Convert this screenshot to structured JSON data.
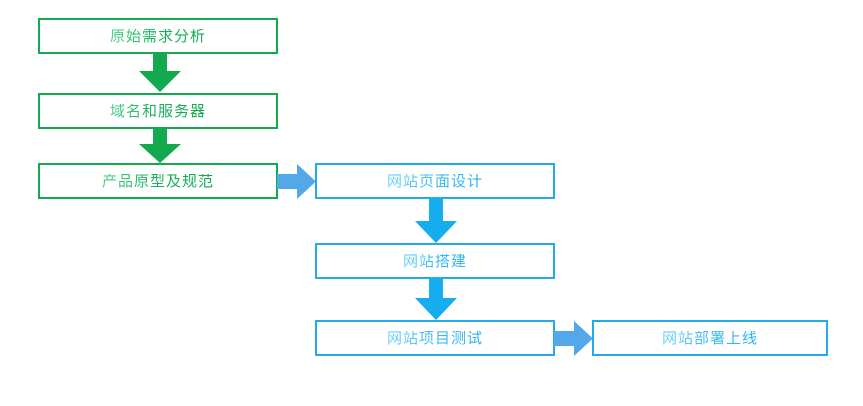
{
  "diagram": {
    "title": "",
    "background_color": "#ffffff",
    "palette": {
      "green_border": "#13a94e",
      "green_text": "#16b35a",
      "green_arrow": "#13a94e",
      "blue_border": "#22aaea",
      "blue_text": "#4cc3f5",
      "blue_arrow_vertical": "#15adee",
      "blue_arrow_horizontal": "#52a8e8"
    },
    "phases": [
      {
        "id": "planning",
        "color_group": "green",
        "nodes": [
          {
            "id": "requirements",
            "label": "原始需求分析"
          },
          {
            "id": "domain-server",
            "label": "域名和服务器"
          },
          {
            "id": "prototype-spec",
            "label": "产品原型及规范"
          }
        ]
      },
      {
        "id": "build",
        "color_group": "blue",
        "nodes": [
          {
            "id": "page-design",
            "label": "网站页面设计"
          },
          {
            "id": "site-build",
            "label": "网站搭建"
          },
          {
            "id": "project-test",
            "label": "网站项目测试"
          }
        ]
      },
      {
        "id": "release",
        "color_group": "blue",
        "nodes": [
          {
            "id": "deploy-online",
            "label": "网站部署上线"
          }
        ]
      }
    ],
    "connectors": [
      {
        "id": "requirements-to-domain",
        "direction": "down",
        "color_group": "green"
      },
      {
        "id": "domain-to-prototype",
        "direction": "down",
        "color_group": "green"
      },
      {
        "id": "prototype-to-design",
        "direction": "right",
        "color_group": "blue"
      },
      {
        "id": "design-to-build",
        "direction": "down",
        "color_group": "blue"
      },
      {
        "id": "build-to-test",
        "direction": "down",
        "color_group": "blue"
      },
      {
        "id": "test-to-deploy",
        "direction": "right",
        "color_group": "blue"
      }
    ]
  }
}
